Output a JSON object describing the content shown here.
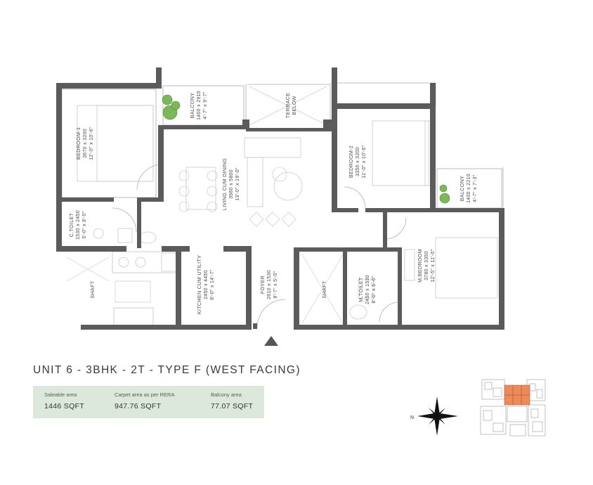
{
  "title": "UNIT 6 - 3BHK - 2T - TYPE F (WEST FACING)",
  "areas": [
    {
      "label": "Saleable area",
      "value": "1446 SQFT"
    },
    {
      "label": "Carpet area as per RERA",
      "value": "947.76 SQFT"
    },
    {
      "label": "Balcony area",
      "value": "77.07 SQFT"
    }
  ],
  "rooms": {
    "bedroom1": {
      "name": "BEDROOM-1",
      "metric": "3670 x 3200",
      "imperial": "12'-0\" x 10'-6\""
    },
    "balcony1": {
      "name": "BALCONY",
      "metric": "1400 x 2910",
      "imperial": "4'-7\" x 9'-7\""
    },
    "terrace": {
      "name": "TERRACE",
      "name2": "BELOW"
    },
    "bedroom2": {
      "name": "BEDROOM-2",
      "metric": "3350 x 3200",
      "imperial": "11'-0\" x 10'-6\""
    },
    "balcony2": {
      "name": "BALCONY",
      "metric": "1400 x 2210",
      "imperial": "4'-7\" x 7'-3\""
    },
    "living": {
      "name": "LIVING CUM DINING",
      "metric": "3960 x 5800",
      "imperial": "13'-0\" x 19'-0\""
    },
    "ctoilet": {
      "name": "C.TOILET",
      "metric": "1530 x 2450",
      "imperial": "5'-0\" x 8'-0\""
    },
    "kitchen": {
      "name": "KITCHEN CUM UTILITY",
      "metric": "2450 x 4450",
      "imperial": "8'-0\" x 14'-7\""
    },
    "shaft1": {
      "name": "SHAFT"
    },
    "foyer": {
      "name": "FOYER",
      "metric": "2610 x 1530",
      "imperial": "8'-7\" x 5'-0\""
    },
    "shaft2": {
      "name": "SHAFT"
    },
    "mtoilet": {
      "name": "M.TOILET",
      "metric": "2450 x 1530",
      "imperial": "8'-0\" x 5'-0\""
    },
    "mbedroom": {
      "name": "M.BEDROOM",
      "metric": "3780 x 3350",
      "imperial": "12'-5\" x 11'-0\""
    }
  },
  "compass_label": "N",
  "colors": {
    "wall": "#5b5b5b",
    "area_box": "#dde8dd",
    "highlight": "#ee8a5a",
    "plant": "#7ab85a"
  }
}
